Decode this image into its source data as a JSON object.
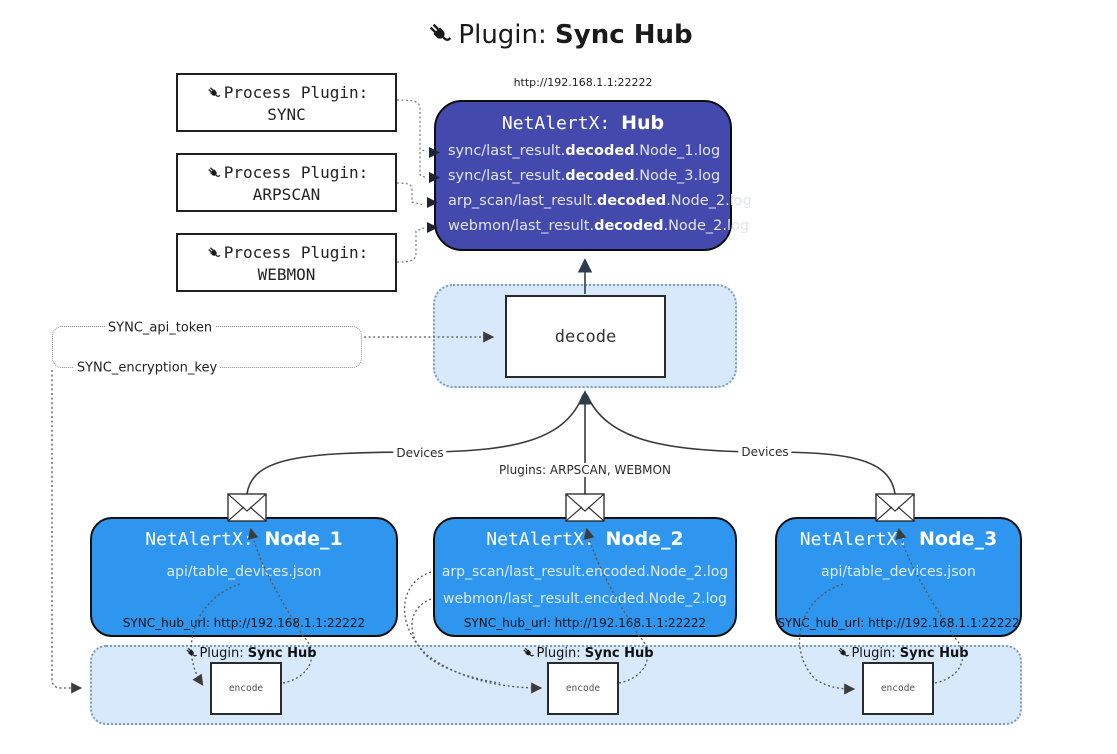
{
  "title": {
    "prefix": "Plugin:",
    "name": "Sync Hub"
  },
  "process_plugins": [
    {
      "label": "Process Plugin:",
      "name": "SYNC"
    },
    {
      "label": "Process Plugin:",
      "name": "ARPSCAN"
    },
    {
      "label": "Process Plugin:",
      "name": "WEBMON"
    }
  ],
  "hub": {
    "url": "http://192.168.1.1:22222",
    "title_prefix": "NetAlertX:",
    "title_name": "Hub",
    "logs": [
      {
        "pre": "sync/last_result.",
        "bold": "decoded",
        "post": ".Node_1.log"
      },
      {
        "pre": "sync/last_result.",
        "bold": "decoded",
        "post": ".Node_3.log"
      },
      {
        "pre": "arp_scan/last_result.",
        "bold": "decoded",
        "post": ".Node_2.log"
      },
      {
        "pre": "webmon/last_result.",
        "bold": "decoded",
        "post": ".Node_2.log"
      }
    ]
  },
  "decode": {
    "label": "decode"
  },
  "edges": {
    "api_token": "SYNC_api_token",
    "encryption_key": "SYNC_encryption_key",
    "devices_left": "Devices",
    "devices_right": "Devices",
    "plugins_mid": "Plugins: ARPSCAN, WEBMON"
  },
  "nodes": [
    {
      "title_prefix": "NetAlertX:",
      "title_name": "Node_1",
      "lines": [
        "api/table_devices.json"
      ],
      "hub_url": "SYNC_hub_url: http://192.168.1.1:22222"
    },
    {
      "title_prefix": "NetAlertX:",
      "title_name": "Node_2",
      "lines": [
        "arp_scan/last_result.encoded.Node_2.log",
        "webmon/last_result.encoded.Node_2.log"
      ],
      "hub_url": "SYNC_hub_url: http://192.168.1.1:22222"
    },
    {
      "title_prefix": "NetAlertX:",
      "title_name": "Node_3",
      "lines": [
        "api/table_devices.json"
      ],
      "hub_url": "SYNC_hub_url: http://192.168.1.1:22222"
    }
  ],
  "encoders": [
    {
      "badge_prefix": "Plugin:",
      "badge_name": "Sync Hub",
      "label": "encode"
    },
    {
      "badge_prefix": "Plugin:",
      "badge_name": "Sync Hub",
      "label": "encode"
    },
    {
      "badge_prefix": "Plugin:",
      "badge_name": "Sync Hub",
      "label": "encode"
    }
  ],
  "colors": {
    "hub_bg": "#4349ad",
    "node_bg": "#2e96ee",
    "container_bg": "#d8e9fb",
    "container_border": "#7e9cbd"
  }
}
